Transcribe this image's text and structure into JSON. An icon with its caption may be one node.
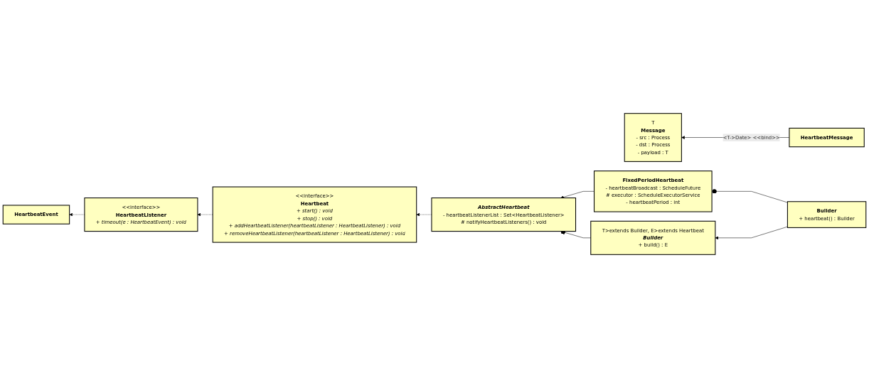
{
  "diagram": {
    "nodes": [
      {
        "text": [
          "HeartbeatEvent"
        ]
      },
      {
        "text": [
          "<<interface>>",
          "Heartbeat",
          "+ start() : void",
          "+ stop() : void",
          "+ addHeartbeatListener(heartbeatListener : HeartbeatListener) : void",
          "+ removeHeartbeatListener(heartbeatListener : HeartbeatListener) : void"
        ]
      },
      {
        "text": [
          "<<interface>>",
          "HeartbeatListener",
          "+ timeout(e : HeartbeatEvent) : void"
        ]
      },
      {
        "text": [
          "T",
          "Message",
          "- src : Process",
          "- dst : Process",
          "- payload : T"
        ]
      },
      {
        "text": [
          "FixedPeriodHeartbeat",
          "- heartbeatBroadcast : ScheduleFuture",
          "# executor : ScheduleExecutorService",
          "- heartbeatPeriod : int"
        ]
      },
      {
        "text": [
          "AbstractHeartbeat",
          "- heartbeatListenerList : Set<HeartbeatListener>",
          "# notifyHeartbeatListeners() : void"
        ]
      },
      {
        "text": [
          "HeartbeatMessage"
        ]
      },
      {
        "text": [
          "Builder",
          "+ heartbeat() : Builder"
        ]
      },
      {
        "text": [
          "T>extends Builder, E>extends Heartbeat",
          "Builder",
          "+ build() : E"
        ]
      }
    ],
    "edges": [
      {
        "from": 2,
        "to": 0,
        "arrow": "to",
        "style": "dashed"
      },
      {
        "from": 1,
        "to": 2,
        "arrow": "to",
        "style": "dashed"
      },
      {
        "from": 5,
        "to": 1,
        "arrow": "to",
        "style": "dashed"
      },
      {
        "from": 6,
        "to": 3,
        "arrow": "to",
        "label": "<T->Date> <<bind>>"
      },
      {
        "from": 4,
        "to": 5,
        "arrow": "to"
      },
      {
        "from": 7,
        "to": 4,
        "arrow": "other"
      },
      {
        "from": 8,
        "to": 5,
        "arrow": "other"
      },
      {
        "from": 7,
        "to": 8,
        "arrow": "to"
      }
    ]
  }
}
